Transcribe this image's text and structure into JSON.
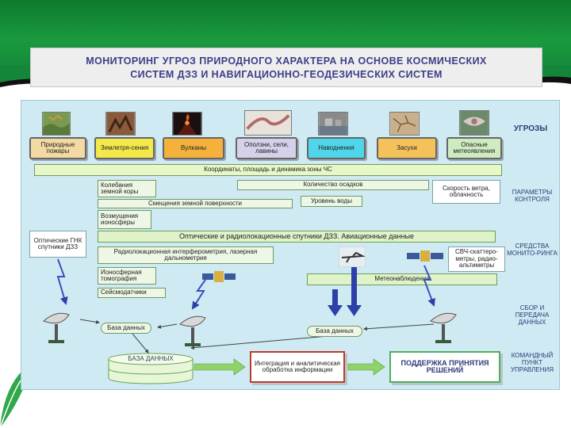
{
  "slide": {
    "title_line1": "МОНИТОРИНГ УГРОЗ ПРИРОДНОГО ХАРАКТЕРА НА ОСНОВЕ КОСМИЧЕСКИХ",
    "title_line2": "СИСТЕМ ДЗЗ И НАВИГАЦИОННО-ГЕОДЕЗИЧЕСКИХ СИСТЕМ"
  },
  "colors": {
    "frame_green": "#1a9a3e",
    "diagram_bg": "#cfeaf2",
    "title_blue": "#3a3f88",
    "arrow_blue": "#2d3fa8",
    "arrow_green": "#8fd36a",
    "lightning": "#3d4fc2"
  },
  "threats": [
    {
      "label": "Природные пожары",
      "color": "#f3d9a2"
    },
    {
      "label": "Землетря-сения",
      "color": "#f4e94a"
    },
    {
      "label": "Вулканы",
      "color": "#f4b23c"
    },
    {
      "label": "Оползни, сели, лавины",
      "color": "#d6d0ea"
    },
    {
      "label": "Наводнения",
      "color": "#4fd6ea"
    },
    {
      "label": "Засухи",
      "color": "#f4c15b"
    },
    {
      "label": "Опасные метеоявления",
      "color": "#cfecc1"
    }
  ],
  "side_labels": {
    "threats": "УГРОЗЫ",
    "parameters": "ПАРАМЕТРЫ КОНТРОЛЯ",
    "monitoring": "СРЕДСТВА МОНИТО-РИНГА",
    "transfer": "СБОР И ПЕРЕДАЧА ДАННЫХ",
    "command": "КОМАНДНЫЙ ПУНКТ УПРАВЛЕНИЯ"
  },
  "parameters": {
    "coordinates": "Координаты, площадь и динамика зоны ЧС",
    "precipitation": "Количество осадков",
    "wind": "Скорость ветра, облачность",
    "oscillations": "Колебания земной коры",
    "displacement": "Смещения земной поверхности",
    "water_level": "Уровень воды",
    "ionosphere": "Возмущения ионосферы"
  },
  "means": {
    "optical_gnss": "Оптические ГНК спутники ДЗЗ",
    "optical_radar": "Оптические и радиолокационные спутники ДЗЗ. Авиационные данные",
    "radar_interferometry": "Радиолокационная интерферометрия, лазерная дальнометрия",
    "microwave": "СВЧ-скаттеро-метры, радио-альтиметры",
    "ionospheric_tomography": "Ионосферная томография",
    "weather_observation": "Метеонаблюдения",
    "seismic_sensors": "Сейсмодатчики"
  },
  "data": {
    "database_small_1": "База данных",
    "database_small_2": "База данных",
    "database_main": "БАЗА ДАННЫХ",
    "integration": "Интеграция и аналитическая обработка информации",
    "decision_support": "ПОДДЕРЖКА ПРИНЯТИЯ РЕШЕНИЙ"
  },
  "icons": {
    "satellite": "satellite-icon",
    "antenna": "satellite-dish-icon",
    "aircraft": "aircraft-icon"
  }
}
